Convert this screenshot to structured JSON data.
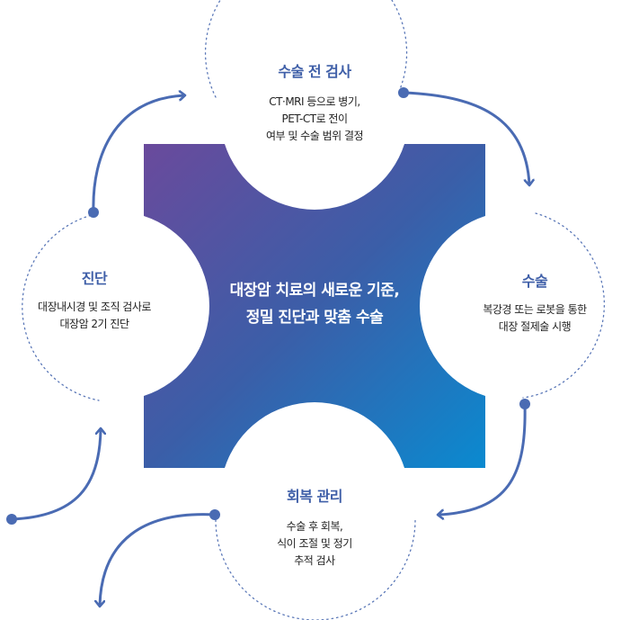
{
  "center": {
    "line1": "대장암 치료의 새로운 기준,",
    "line2": "정밀 진단과 맞춤 수술"
  },
  "nodes": {
    "pre_surgery": {
      "title": "수술 전 검사",
      "lines": [
        "CT·MRI 등으로 병기,",
        "PET-CT로 전이",
        "여부 및 수술 범위 결정"
      ]
    },
    "surgery": {
      "title": "수술",
      "lines": [
        "복강경 또는 로봇을 통한",
        "대장 절제술 시행"
      ]
    },
    "recovery": {
      "title": "회복 관리",
      "lines": [
        "수술 후 회복,",
        "식이 조절 및 정기",
        "추적 검사"
      ]
    },
    "diagnosis": {
      "title": "진단",
      "lines": [
        "대장내시경 및 조직 검사로",
        "대장암 2기 진단"
      ]
    }
  },
  "colors": {
    "accent": "#4a6bb3",
    "gradient_start": "#6b4e9e",
    "gradient_end": "#0088cc",
    "title_text": "#3f5fa8"
  }
}
